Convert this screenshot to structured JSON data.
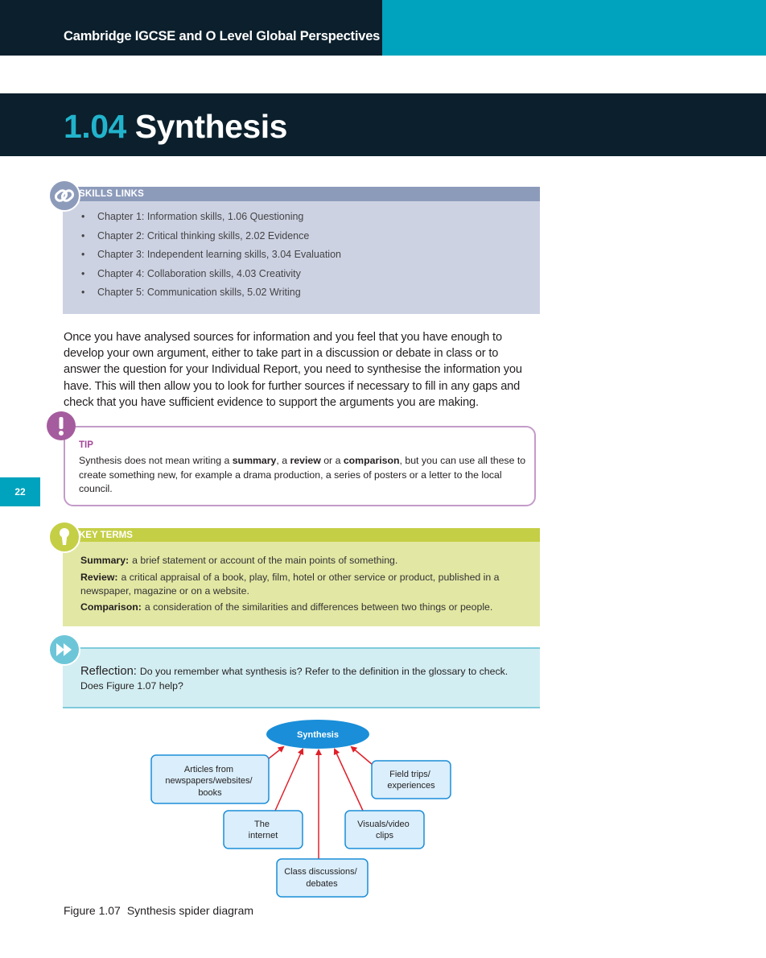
{
  "header": {
    "book_title": "Cambridge IGCSE and O Level Global Perspectives"
  },
  "section": {
    "number": "1.04",
    "title": "Synthesis"
  },
  "skills_links": {
    "label": "SKILLS LINKS",
    "items": [
      "Chapter 1: Information skills, 1.06 Questioning",
      "Chapter 2: Critical thinking skills, 2.02 Evidence",
      "Chapter 3: Independent learning skills, 3.04 Evaluation",
      "Chapter 4: Collaboration skills, 4.03 Creativity",
      "Chapter 5: Communication skills, 5.02 Writing"
    ]
  },
  "paragraph": "Once you have analysed sources for information and you feel that you have enough to develop your own argument, either to take part in a discussion or debate in class or to answer the question for your Individual Report, you need to synthesise the information you have. This will then allow you to look for further sources if necessary to fill in any gaps and check that you have sufficient evidence to support the arguments you are making.",
  "tip": {
    "label": "TIP",
    "text_parts": [
      "Synthesis does not mean writing a ",
      "summary",
      ", a ",
      "review",
      " or a ",
      "comparison",
      ", but you can use all these to create something new, for example a drama production, a series of posters or a letter to the local council."
    ]
  },
  "page_number": "22",
  "key_terms": {
    "label": "KEY TERMS",
    "items": [
      {
        "term": "Summary:",
        "definition": "a brief statement or account of the main points of something."
      },
      {
        "term": "Review:",
        "definition": "a critical appraisal of a book, play, film, hotel or other service or product, published in a newspaper, magazine or on a website."
      },
      {
        "term": "Comparison:",
        "definition": "a consideration of the similarities and differences between two things or people."
      }
    ]
  },
  "reflection": {
    "heading": "Reflection:",
    "text": "Do you remember what synthesis is? Refer to the definition in the glossary to check. Does Figure 1.07 help?"
  },
  "diagram": {
    "center": "Synthesis",
    "nodes": {
      "articles": [
        "Articles from",
        "newspapers/websites/",
        "books"
      ],
      "internet": [
        "The",
        "internet"
      ],
      "class": [
        "Class discussions/",
        "debates"
      ],
      "visuals": [
        "Visuals/video",
        "clips"
      ],
      "field": [
        "Field trips/",
        "experiences"
      ]
    },
    "colors": {
      "center_fill": "#1a8ed8",
      "node_fill": "#daeefb",
      "node_stroke": "#1a8ed8",
      "arrow": "#e0202a"
    }
  },
  "figure": {
    "label": "Figure 1.07",
    "caption": "Synthesis spider diagram"
  },
  "icons": {
    "skills": "chain-link-icon",
    "tip": "exclamation-icon",
    "key_terms": "keyhole-icon",
    "reflection": "fast-forward-icon"
  }
}
